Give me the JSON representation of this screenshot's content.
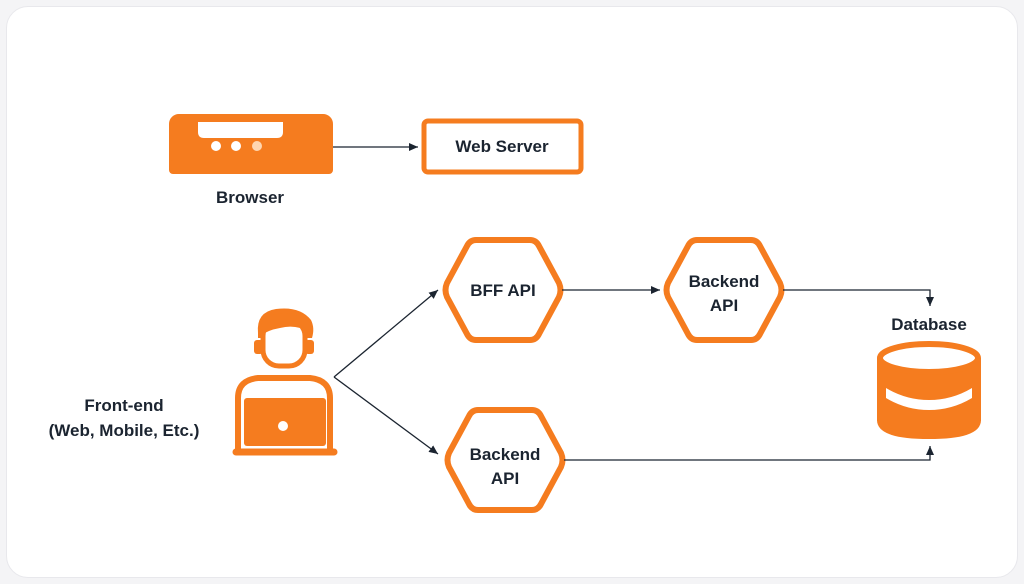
{
  "colors": {
    "accent": "#F57C1F",
    "text": "#1B2430",
    "connector": "#1B2430",
    "background": "#FFFFFF",
    "page": "#F4F4F6"
  },
  "nodes": {
    "browser": {
      "label": "Browser",
      "icon": "browser-window-icon"
    },
    "web_server": {
      "label": "Web Server"
    },
    "frontend": {
      "label_line1": "Front-end",
      "label_line2": "(Web, Mobile, Etc.)",
      "icon": "user-laptop-icon"
    },
    "bff_api": {
      "label": "BFF API"
    },
    "backend_api_top": {
      "label_line1": "Backend",
      "label_line2": "API"
    },
    "backend_api_bottom": {
      "label_line1": "Backend",
      "label_line2": "API"
    },
    "database": {
      "label": "Database",
      "icon": "database-icon"
    }
  }
}
